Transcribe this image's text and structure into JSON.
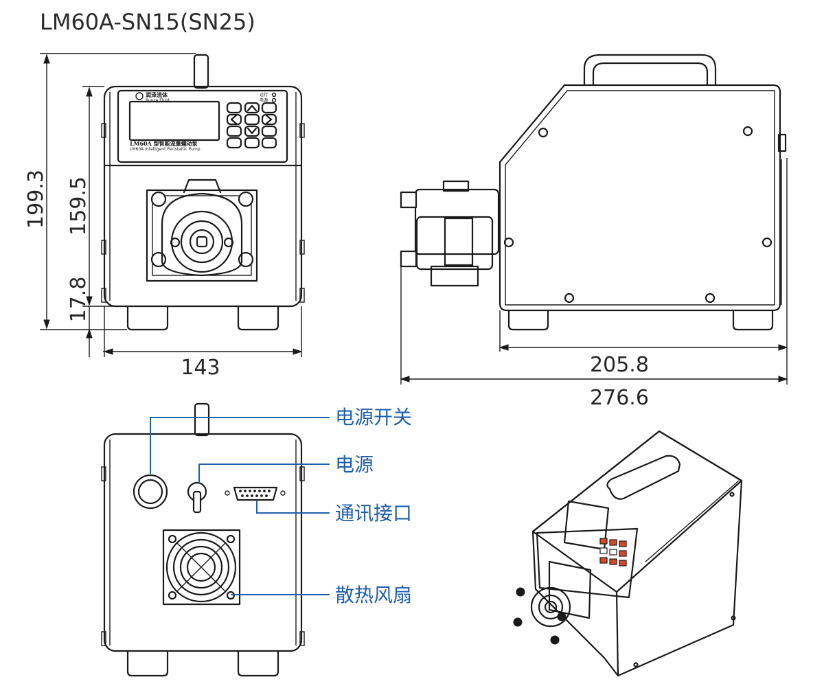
{
  "title": "LM60A-SN15(SN25)",
  "dimensions": {
    "total_height": "199.3",
    "body_height": "159.5",
    "foot_height": "17.8",
    "width": "143",
    "depth_body": "205.8",
    "depth_total": "276.6"
  },
  "front_panel": {
    "brand_cn": "润泽流体",
    "brand_en": "Runze Fluid",
    "status_run": "运行",
    "status_power": "电源",
    "model_cn": "LM60A 型智能流量蠕动泵",
    "model_en": "LM60A Intelligent Peristaltic Pump"
  },
  "callouts": [
    {
      "label": "电源开关"
    },
    {
      "label": "电源"
    },
    {
      "label": "通讯接口"
    },
    {
      "label": "散热风扇"
    }
  ],
  "colors": {
    "line": "#1a1a1a",
    "callout": "#1f5fa8",
    "text": "#262626",
    "key_accent": "#d24a2a"
  }
}
